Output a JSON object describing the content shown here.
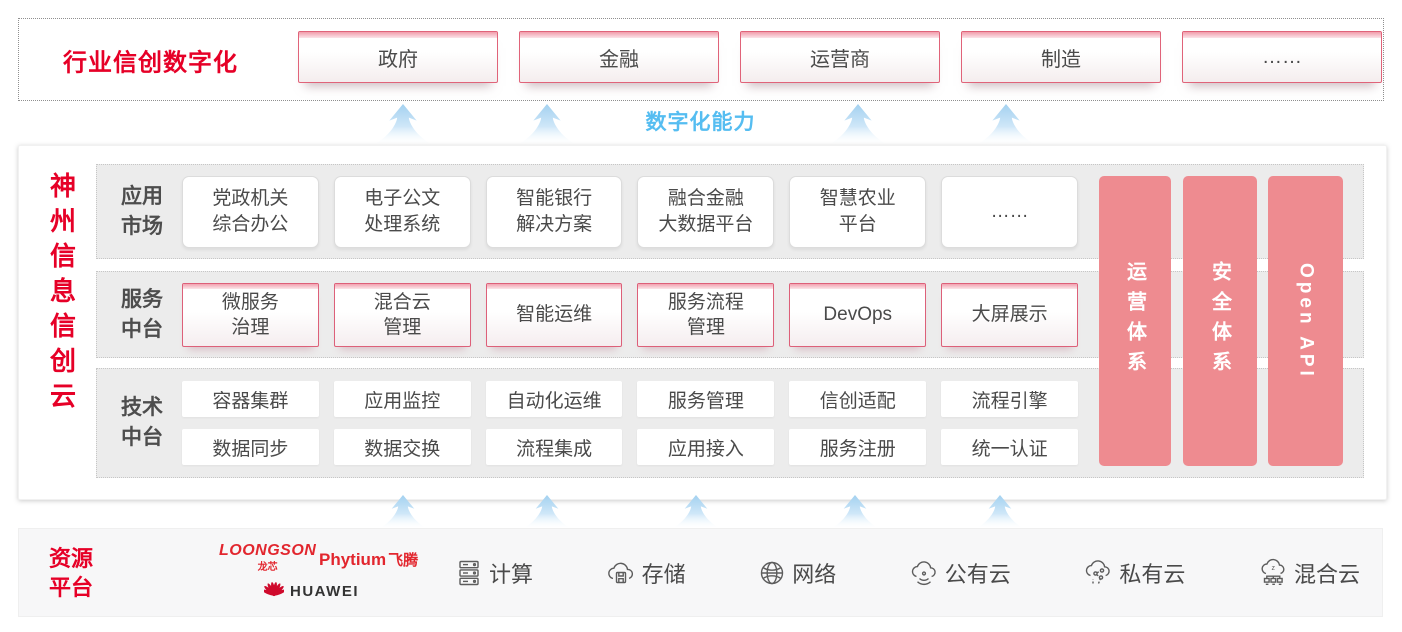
{
  "colors": {
    "brand_red": "#e60027",
    "pink_bar": "#ee8b90",
    "blue_accent": "#55bdf1"
  },
  "top_banner": {
    "title": "行业信创数字化",
    "items": [
      "政府",
      "金融",
      "运营商",
      "制造",
      "……"
    ]
  },
  "capability_label": "数字化能力",
  "platform": {
    "title": "神州信息信创云",
    "rows": [
      {
        "label_line1": "应用",
        "label_line2": "市场",
        "items": [
          {
            "line1": "党政机关",
            "line2": "综合办公"
          },
          {
            "line1": "电子公文",
            "line2": "处理系统"
          },
          {
            "line1": "智能银行",
            "line2": "解决方案"
          },
          {
            "line1": "融合金融",
            "line2": "大数据平台"
          },
          {
            "line1": "智慧农业",
            "line2": "平台"
          },
          {
            "line1": "……"
          }
        ]
      },
      {
        "label_line1": "服务",
        "label_line2": "中台",
        "items": [
          {
            "line1": "微服务",
            "line2": "治理"
          },
          {
            "line1": "混合云",
            "line2": "管理"
          },
          {
            "line1": "智能运维"
          },
          {
            "line1": "服务流程",
            "line2": "管理"
          },
          {
            "line1": "DevOps"
          },
          {
            "line1": "大屏展示"
          }
        ]
      },
      {
        "label_line1": "技术",
        "label_line2": "中台",
        "grid": [
          [
            "容器集群",
            "应用监控",
            "自动化运维",
            "服务管理",
            "信创适配",
            "流程引擎"
          ],
          [
            "数据同步",
            "数据交换",
            "流程集成",
            "应用接入",
            "服务注册",
            "统一认证"
          ]
        ]
      }
    ],
    "side_bars": [
      "运营体系",
      "安全体系",
      "Open API"
    ]
  },
  "resources": {
    "label_line1": "资源",
    "label_line2": "平台",
    "vendors": {
      "loongson": {
        "name": "LOONGSON",
        "sub": "龙芯"
      },
      "phytium": {
        "name": "Phytium",
        "sub": "飞腾"
      },
      "huawei": {
        "name": "HUAWEI"
      }
    },
    "items": [
      {
        "icon": "server-icon",
        "label": "计算"
      },
      {
        "icon": "storage-cloud-icon",
        "label": "存储"
      },
      {
        "icon": "network-globe-icon",
        "label": "网络"
      },
      {
        "icon": "public-cloud-icon",
        "label": "公有云"
      },
      {
        "icon": "private-cloud-icon",
        "label": "私有云"
      },
      {
        "icon": "hybrid-cloud-icon",
        "label": "混合云"
      }
    ]
  }
}
